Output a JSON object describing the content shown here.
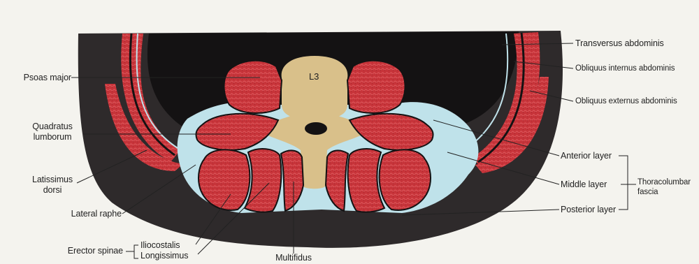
{
  "vertebra_label": "L3",
  "labels": {
    "psoas_major": "Psoas major",
    "quadratus_lumborum_1": "Quadratus",
    "quadratus_lumborum_2": "lumborum",
    "latissimus_dorsi_1": "Latissimus",
    "latissimus_dorsi_2": "dorsi",
    "lateral_raphe": "Lateral raphe",
    "erector_spinae": "Erector spinae",
    "iliocostalis": "Iliocostalis",
    "longissimus": "Longissimus",
    "multifidus": "Multifidus",
    "transversus_abdominis": "Transversus abdominis",
    "obliquus_internus": "Obliquus internus abdominis",
    "obliquus_externus": "Obliquus externus abdominis",
    "anterior_layer": "Anterior layer",
    "middle_layer": "Middle layer",
    "posterior_layer": "Posterior layer",
    "thoracolumbar_fascia_1": "Thoracolumbar",
    "thoracolumbar_fascia_2": "fascia"
  },
  "colors": {
    "background": "#f4f3ee",
    "body_dark": "#2e2a2b",
    "muscle": "#c7343a",
    "muscle_texture": "#e06a6c",
    "fascia": "#bfe2ea",
    "bone": "#d9c08a",
    "cavity": "#141213"
  }
}
